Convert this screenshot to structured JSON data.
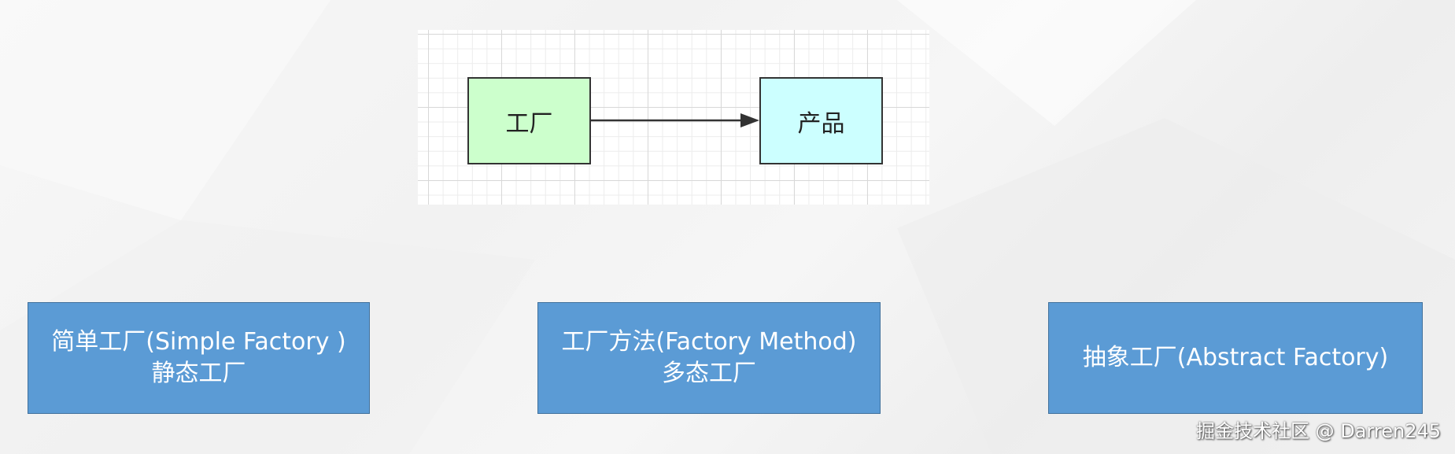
{
  "diagram": {
    "factory_label": "工厂",
    "product_label": "产品"
  },
  "patterns": {
    "simple": {
      "line1": "简单工厂(Simple Factory )",
      "line2": "静态工厂"
    },
    "method": {
      "line1": "工厂方法(Factory Method)",
      "line2": "多态工厂"
    },
    "abstract": {
      "line1": "抽象工厂(Abstract Factory)"
    }
  },
  "watermark": {
    "text": "掘金技术社区 @ Darren245"
  },
  "colors": {
    "factory_fill": "#ccffcc",
    "product_fill": "#ccffff",
    "pattern_box_fill": "#5b9bd5",
    "pattern_box_border": "#41719c"
  }
}
